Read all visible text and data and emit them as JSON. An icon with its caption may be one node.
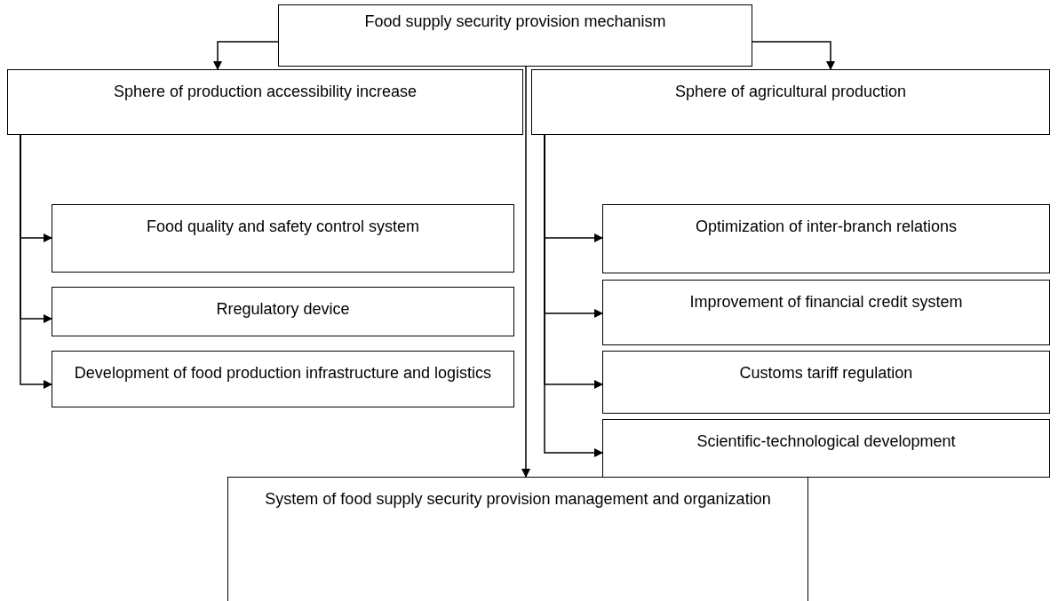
{
  "diagram": {
    "nodes": [
      {
        "text": [
          "Food supply security provision mechanism"
        ]
      },
      {
        "text": [
          "Sphere of production accessibility increase"
        ]
      },
      {
        "text": [
          "Sphere of agricultural production"
        ]
      },
      {
        "text": [
          "Food quality and safety control system"
        ]
      },
      {
        "text": [
          "Rregulatory device"
        ]
      },
      {
        "text": [
          "Development of food production infrastructure and logistics"
        ]
      },
      {
        "text": [
          "Optimization of inter-branch relations"
        ]
      },
      {
        "text": [
          "Improvement of financial credit system"
        ]
      },
      {
        "text": [
          "Customs tariff regulation"
        ]
      },
      {
        "text": [
          "Scientific-technological development"
        ]
      },
      {
        "text": [
          "System of food supply security provision management and organization"
        ]
      }
    ],
    "edges": [
      {
        "from": 0,
        "to": 1,
        "arrow": "to"
      },
      {
        "from": 0,
        "to": 2,
        "arrow": "to"
      },
      {
        "from": 0,
        "to": 10,
        "arrow": "to"
      },
      {
        "from": 1,
        "to": 3,
        "arrow": "to"
      },
      {
        "from": 1,
        "to": 4,
        "arrow": "to"
      },
      {
        "from": 1,
        "to": 5,
        "arrow": "to"
      },
      {
        "from": 2,
        "to": 6,
        "arrow": "to"
      },
      {
        "from": 2,
        "to": 7,
        "arrow": "to"
      },
      {
        "from": 2,
        "to": 8,
        "arrow": "to"
      },
      {
        "from": 2,
        "to": 9,
        "arrow": "to"
      }
    ]
  }
}
